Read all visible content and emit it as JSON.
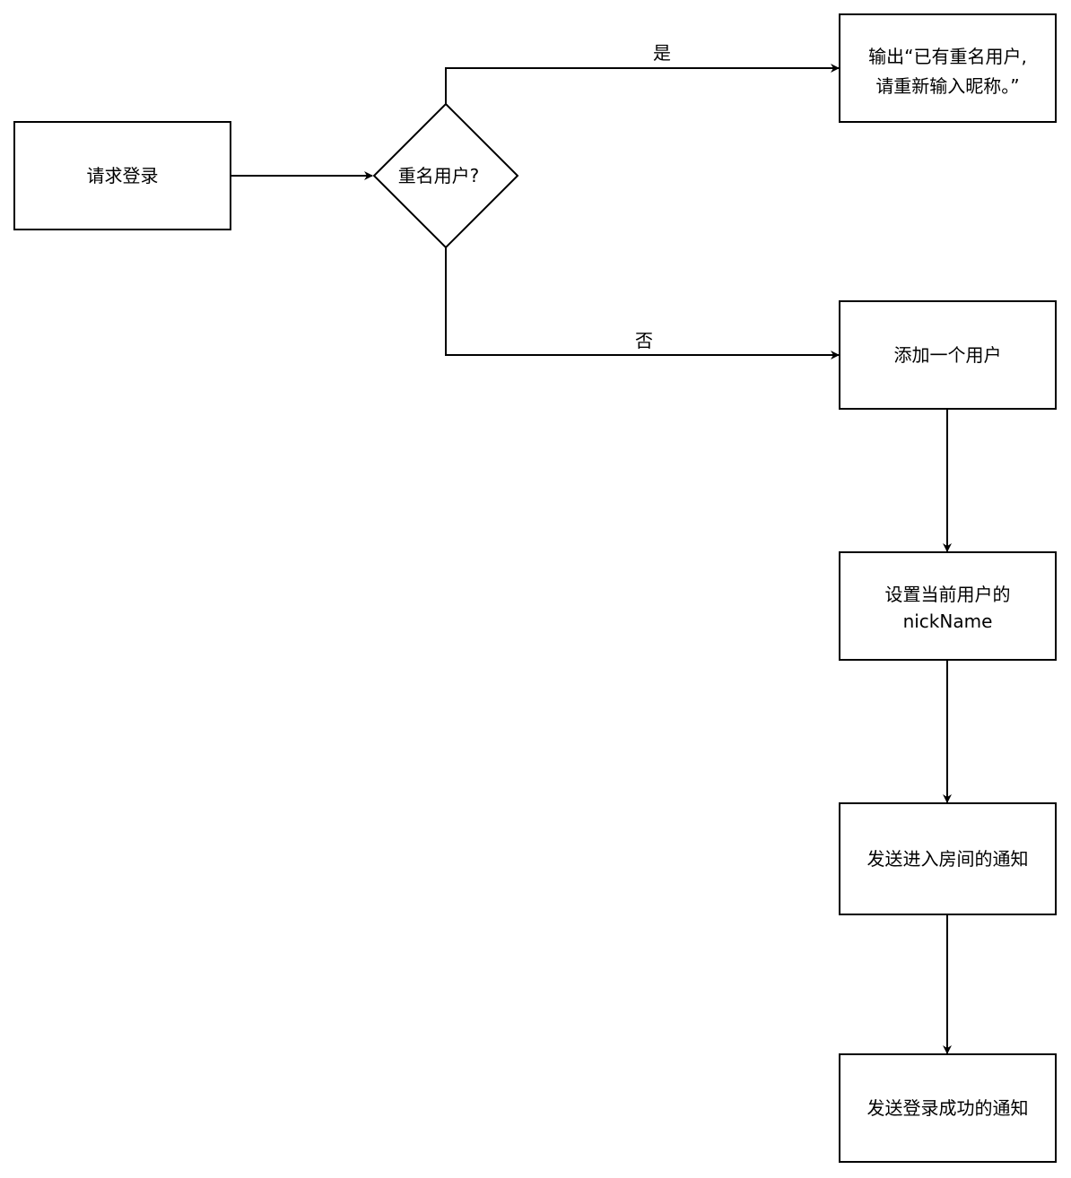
{
  "diagram": {
    "nodes": {
      "request_login": {
        "label": "请求登录"
      },
      "duplicate_user": {
        "label": "重名用户?"
      },
      "output_duplicate": {
        "line1": "输出“已有重名用户,",
        "line2": "请重新输入昵称。”"
      },
      "add_user": {
        "label": "添加一个用户"
      },
      "set_nickname": {
        "line1": "设置当前用户的",
        "line2": "nickName"
      },
      "send_enter_room": {
        "label": "发送进入房间的通知"
      },
      "send_login_success": {
        "label": "发送登录成功的通知"
      }
    },
    "edges": {
      "yes_label": "是",
      "no_label": "否"
    }
  }
}
